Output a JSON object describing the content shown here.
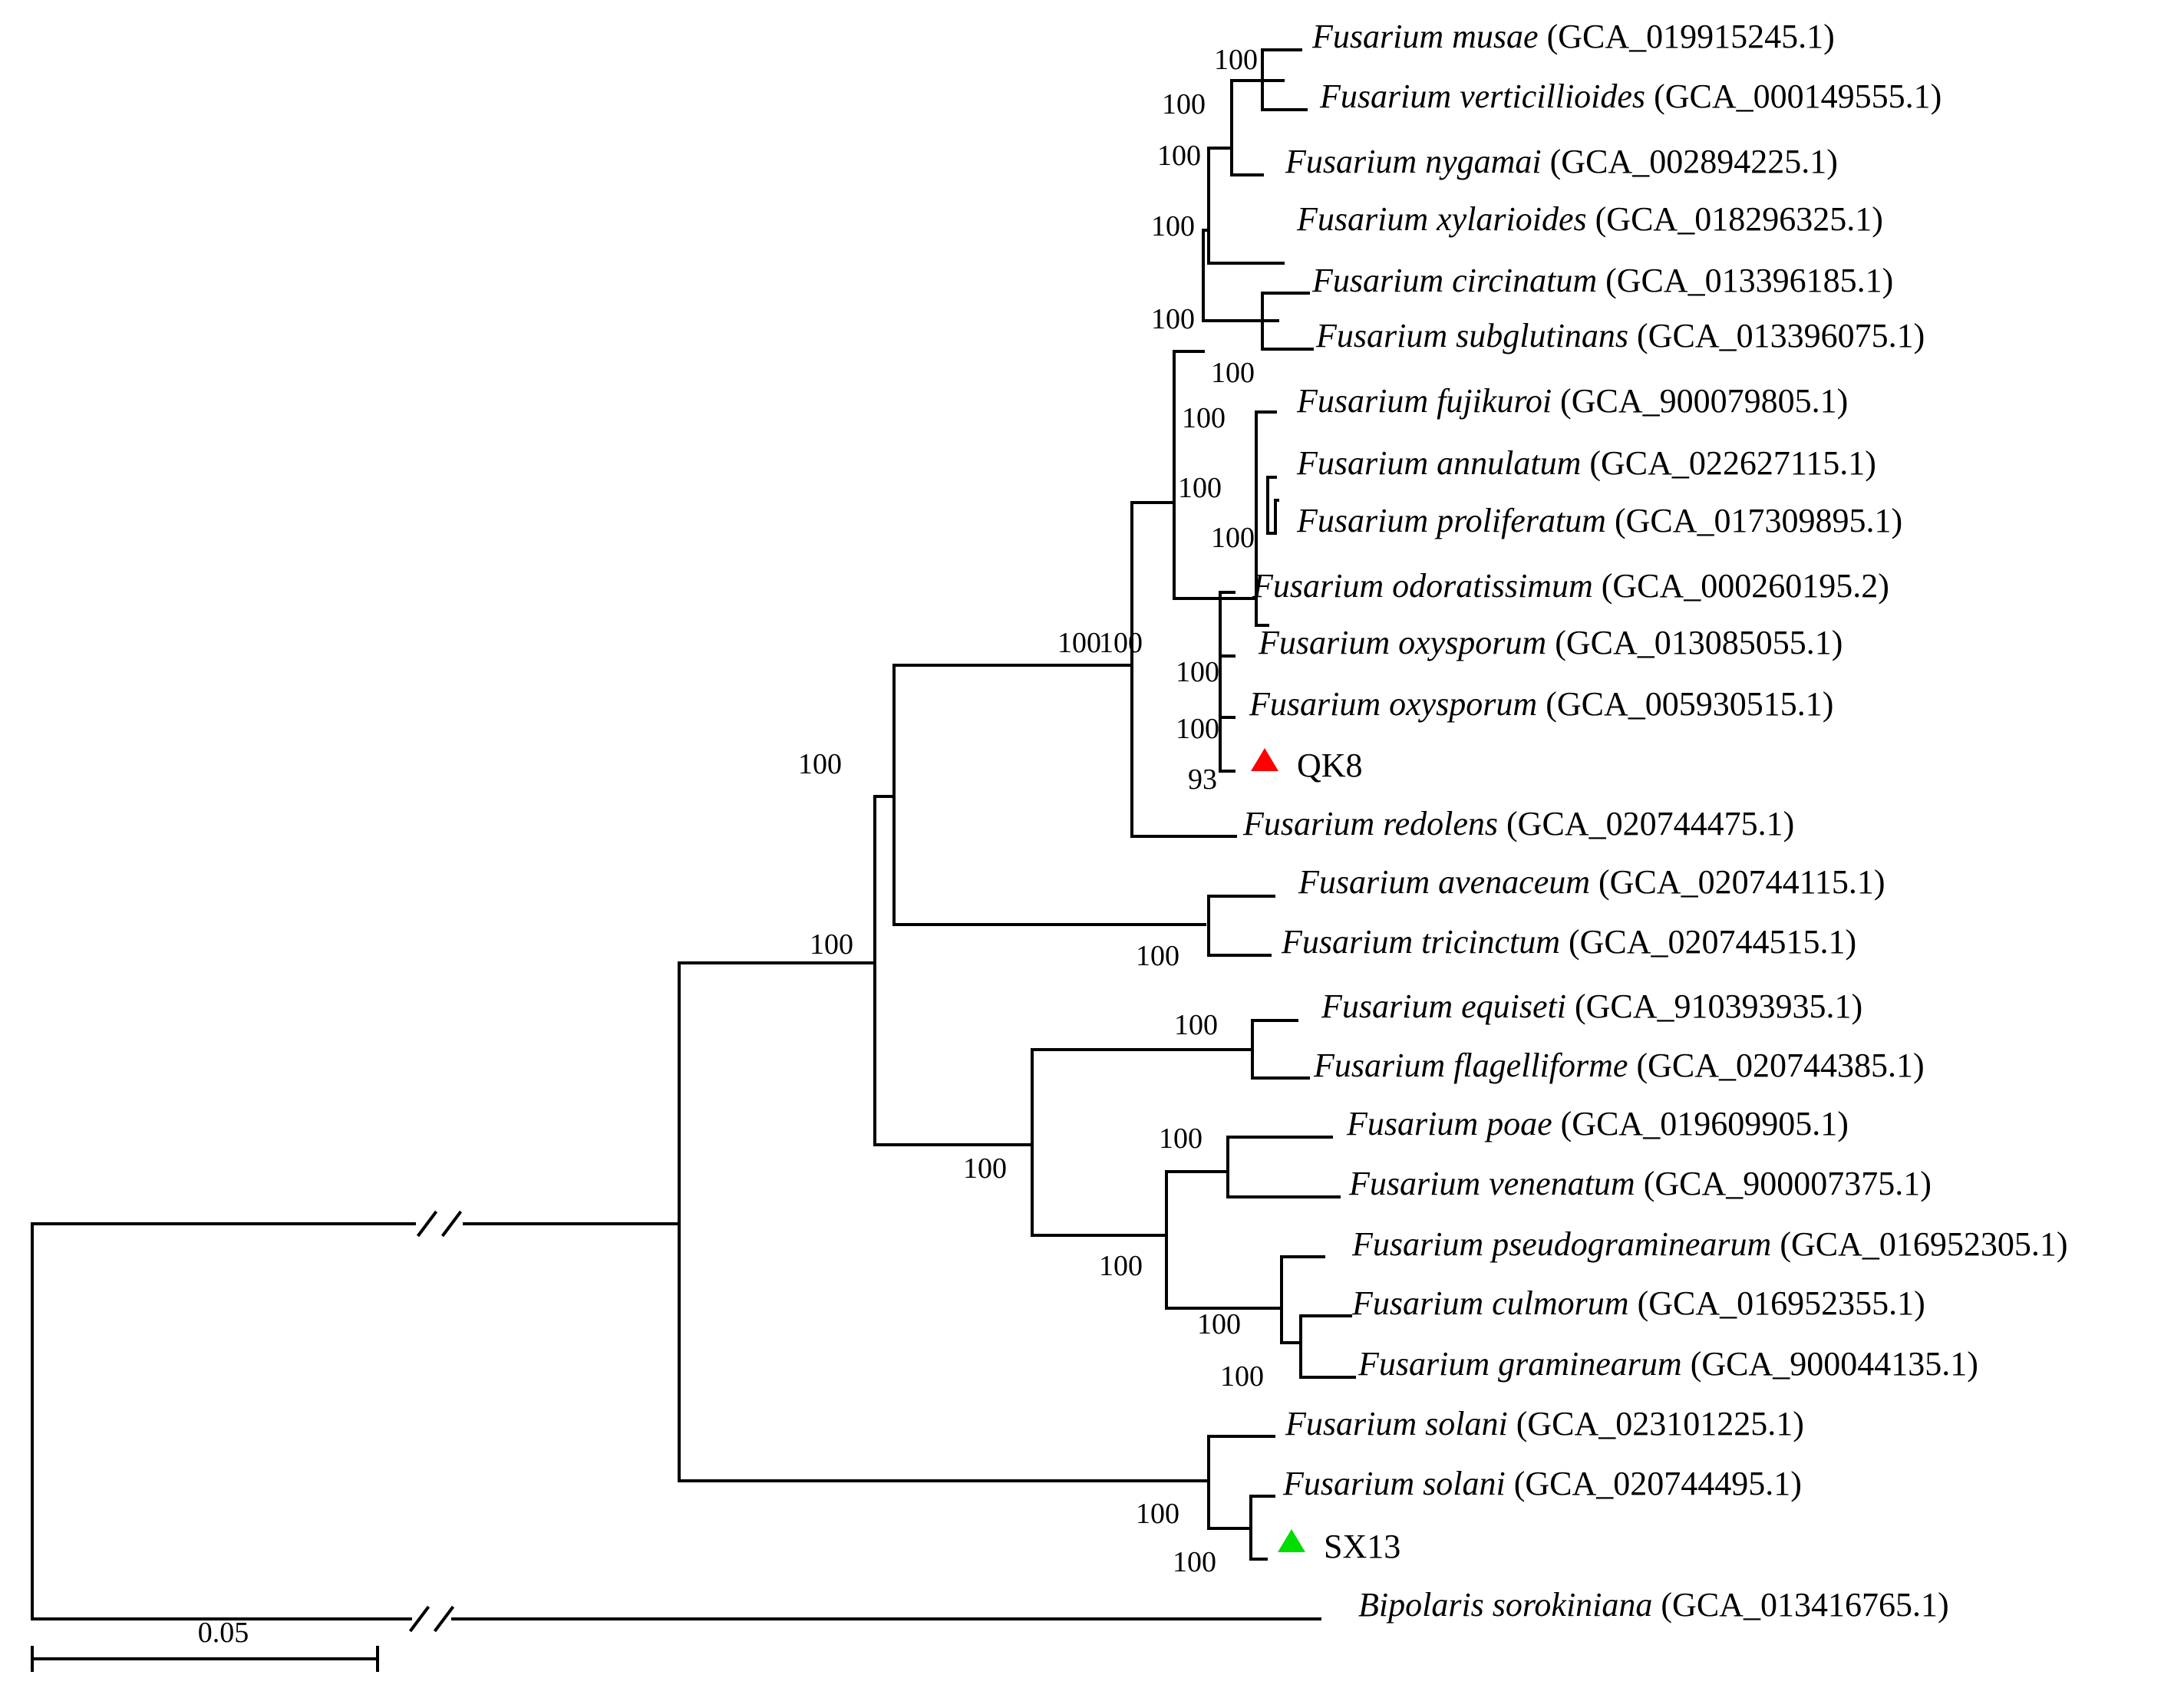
{
  "tree": {
    "taxa": [
      {
        "species": "Fusarium musae",
        "accession": "(GCA_019915245.1)"
      },
      {
        "species": "Fusarium verticillioides",
        "accession": "(GCA_000149555.1)"
      },
      {
        "species": "Fusarium nygamai",
        "accession": "(GCA_002894225.1)"
      },
      {
        "species": "Fusarium xylarioides",
        "accession": "(GCA_018296325.1)"
      },
      {
        "species": "Fusarium circinatum",
        "accession": "(GCA_013396185.1)"
      },
      {
        "species": "Fusarium subglutinans",
        "accession": "(GCA_013396075.1)"
      },
      {
        "species": "Fusarium fujikuroi",
        "accession": "(GCA_900079805.1)"
      },
      {
        "species": "Fusarium annulatum",
        "accession": "(GCA_022627115.1)"
      },
      {
        "species": "Fusarium proliferatum",
        "accession": "(GCA_017309895.1)"
      },
      {
        "species": "Fusarium odoratissimum",
        "accession": "(GCA_000260195.2)"
      },
      {
        "species": "Fusarium oxysporum",
        "accession": "(GCA_013085055.1)"
      },
      {
        "species": "Fusarium oxysporum",
        "accession": "(GCA_005930515.1)"
      },
      {
        "species": "",
        "accession": "QK8",
        "marker": "red-triangle-icon",
        "marker_color": "#ff0000"
      },
      {
        "species": "Fusarium redolens",
        "accession": "(GCA_020744475.1)"
      },
      {
        "species": "Fusarium avenaceum",
        "accession": "(GCA_020744115.1)"
      },
      {
        "species": "Fusarium tricinctum",
        "accession": "(GCA_020744515.1)"
      },
      {
        "species": "Fusarium equiseti",
        "accession": "(GCA_910393935.1)"
      },
      {
        "species": "Fusarium flagelliforme",
        "accession": "(GCA_020744385.1)"
      },
      {
        "species": "Fusarium poae",
        "accession": "(GCA_019609905.1)"
      },
      {
        "species": "Fusarium venenatum",
        "accession": "(GCA_900007375.1)"
      },
      {
        "species": "Fusarium pseudograminearum",
        "accession": "(GCA_016952305.1)"
      },
      {
        "species": "Fusarium culmorum",
        "accession": "(GCA_016952355.1)"
      },
      {
        "species": "Fusarium graminearum",
        "accession": "(GCA_900044135.1)"
      },
      {
        "species": "Fusarium solani",
        "accession": "(GCA_023101225.1)"
      },
      {
        "species": "Fusarium solani",
        "accession": "(GCA_020744495.1)"
      },
      {
        "species": "",
        "accession": "SX13",
        "marker": "green-triangle-icon",
        "marker_color": "#00dd00"
      },
      {
        "species": "Bipolaris sorokiniana",
        "accession": "(GCA_013416765.1)"
      }
    ],
    "bootstrap": [
      "100",
      "100",
      "100",
      "100",
      "100",
      "100",
      "100",
      "100",
      "100",
      "100",
      "100",
      "93",
      "100",
      "100",
      "100",
      "100",
      "100",
      "100",
      "100",
      "100",
      "100",
      "100",
      "100",
      "100",
      "100"
    ],
    "scale_bar": {
      "label": "0.05"
    },
    "colors": {
      "branch": "#000000",
      "qk8_marker": "#ff0000",
      "sx13_marker": "#00dd00"
    }
  }
}
